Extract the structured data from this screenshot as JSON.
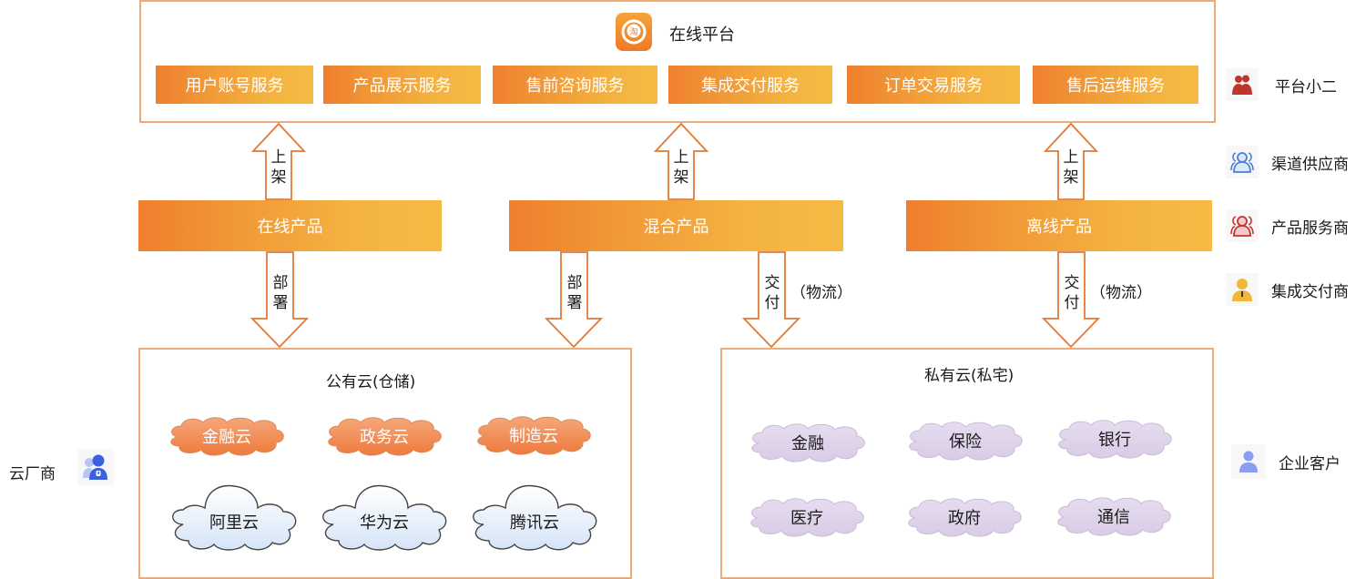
{
  "platform": {
    "title": "在线平台",
    "logo_icon": "taobao-logo-icon",
    "services": [
      "用户账号服务",
      "产品展示服务",
      "售前咨询服务",
      "集成交付服务",
      "订单交易服务",
      "售后运维服务"
    ]
  },
  "products": {
    "online": "在线产品",
    "hybrid": "混合产品",
    "offline": "离线产品"
  },
  "arrows": {
    "listing": "上架",
    "deploy": "部署",
    "deliver": "交付",
    "logistics": "（物流）"
  },
  "public_cloud": {
    "title": "公有云(仓储)",
    "industry_clouds": [
      "金融云",
      "政务云",
      "制造云"
    ],
    "vendors": [
      "阿里云",
      "华为云",
      "腾讯云"
    ]
  },
  "private_cloud": {
    "title": "私有云(私宅)",
    "sectors": [
      "金融",
      "保险",
      "银行",
      "医疗",
      "政府",
      "通信"
    ]
  },
  "roles": {
    "platform_staff": {
      "label": "平台小二",
      "icon": "staff-pair-icon",
      "color": "#c0342e"
    },
    "channel_supplier": {
      "label": "渠道供应商",
      "icon": "group-icon",
      "color": "#4a7fd8"
    },
    "product_service_provider": {
      "label": "产品服务商",
      "icon": "group-icon",
      "color": "#c0342e"
    },
    "integration_deliverer": {
      "label": "集成交付商",
      "icon": "person-tie-icon",
      "color": "#f0b83a"
    },
    "cloud_vendor": {
      "label": "云厂商",
      "icon": "person-badge-icon",
      "color": "#3a5fe0"
    },
    "enterprise_customer": {
      "label": "企业客户",
      "icon": "person-icon",
      "color": "#8a9df0"
    }
  }
}
